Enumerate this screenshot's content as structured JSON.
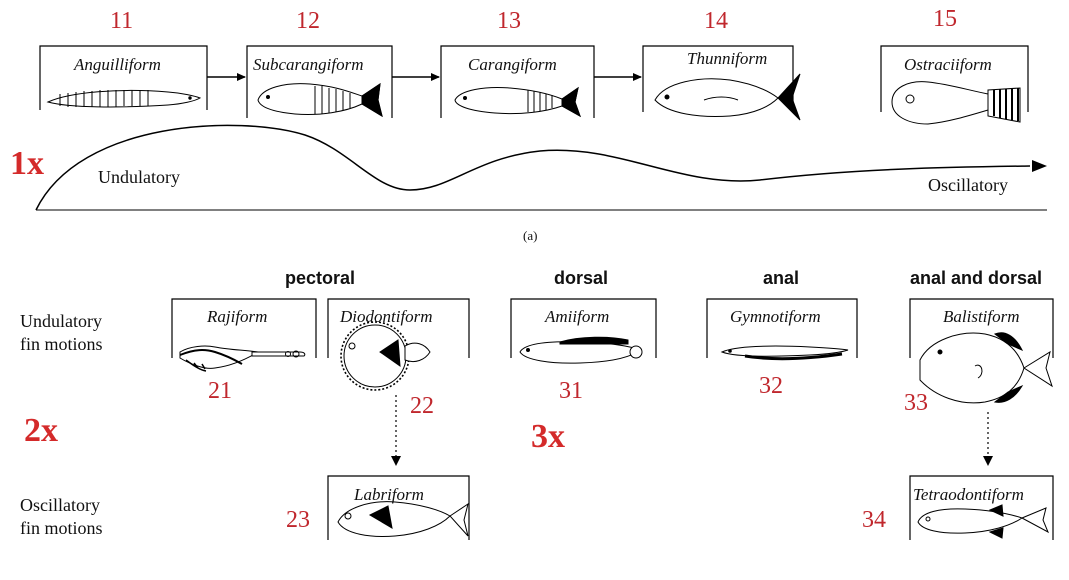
{
  "panel_a": {
    "modes": [
      {
        "id": "11",
        "name": "Anguilliform"
      },
      {
        "id": "12",
        "name": "Subcarangiform"
      },
      {
        "id": "13",
        "name": "Carangiform"
      },
      {
        "id": "14",
        "name": "Thunniform"
      },
      {
        "id": "15",
        "name": "Ostraciiform"
      }
    ],
    "group_label": "1x",
    "left_label": "Undulatory",
    "right_label": "Oscillatory",
    "caption": "(a)"
  },
  "panel_b": {
    "headers": {
      "pectoral": "pectoral",
      "dorsal": "dorsal",
      "anal": "anal",
      "anal_and_dorsal": "anal and dorsal"
    },
    "rows": {
      "undulatory": [
        "Undulatory",
        "fin motions"
      ],
      "oscillatory": [
        "Oscillatory",
        "fin motions"
      ]
    },
    "groups": {
      "pectoral": "2x",
      "dorsal": "3x"
    },
    "modes": {
      "rajiform": {
        "id": "21",
        "name": "Rajiform"
      },
      "diodontiform": {
        "id": "22",
        "name": "Diodontiform"
      },
      "labriform": {
        "id": "23",
        "name": "Labriform"
      },
      "amiiform": {
        "id": "31",
        "name": "Amiiform"
      },
      "gymnotiform": {
        "id": "32",
        "name": "Gymnotiform"
      },
      "balistiform": {
        "id": "33",
        "name": "Balistiform"
      },
      "tetraodontiform": {
        "id": "34",
        "name": "Tetraodontiform"
      }
    }
  },
  "colors": {
    "number": "#c0272d",
    "group": "#d42a2a",
    "line": "#000000"
  }
}
